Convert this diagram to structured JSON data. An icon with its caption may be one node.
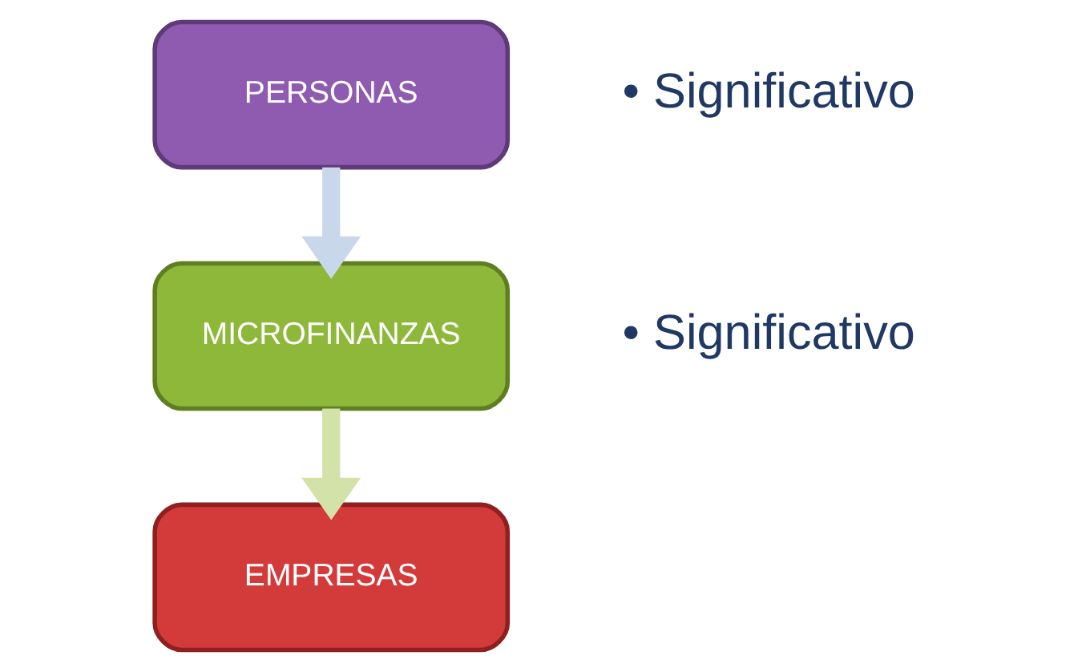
{
  "diagram": {
    "nodes": [
      {
        "text": [
          "PERSONAS"
        ],
        "beside": [
          "• Significativo"
        ]
      },
      {
        "text": [
          "MICROFINANZAS"
        ],
        "beside": [
          "• Significativo"
        ]
      },
      {
        "text": [
          "EMPRESAS"
        ]
      }
    ],
    "edges": [
      {
        "from": 0,
        "to": 1,
        "arrow": "to",
        "color": "#c9d7ea"
      },
      {
        "from": 1,
        "to": 2,
        "arrow": "to",
        "color": "#d3e2a8"
      }
    ]
  }
}
